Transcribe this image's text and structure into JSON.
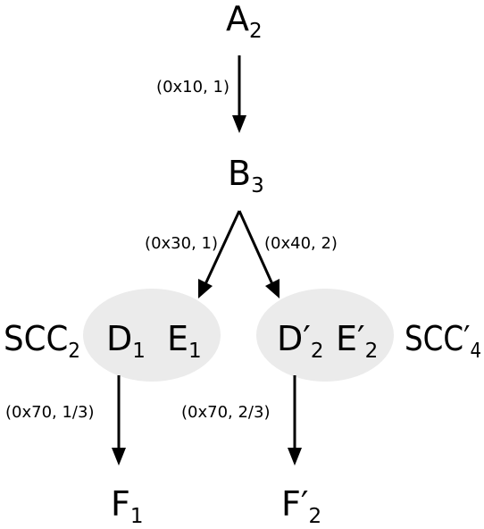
{
  "nodes": {
    "a": {
      "main": "A",
      "sub": "2"
    },
    "b": {
      "main": "B",
      "sub": "3"
    },
    "d1": {
      "main": "D",
      "sub": "1"
    },
    "e1": {
      "main": "E",
      "sub": "1"
    },
    "d2": {
      "main": "D′",
      "sub": "2"
    },
    "e2": {
      "main": "E′",
      "sub": "2"
    },
    "f1": {
      "main": "F",
      "sub": "1"
    },
    "f2": {
      "main": "F′",
      "sub": "2"
    }
  },
  "sccs": {
    "left": {
      "main": "SCC",
      "sub": "2"
    },
    "right": {
      "main": "SCC′",
      "sub": "4"
    }
  },
  "edges": {
    "a_b": "(0x10, 1)",
    "b_e1": "(0x30, 1)",
    "b_d2": "(0x40, 2)",
    "d1_f1": "(0x70, 1/3)",
    "d2_f2": "(0x70, 2/3)"
  },
  "colors": {
    "scc_fill": "#ebebeb",
    "ink": "#000000"
  }
}
